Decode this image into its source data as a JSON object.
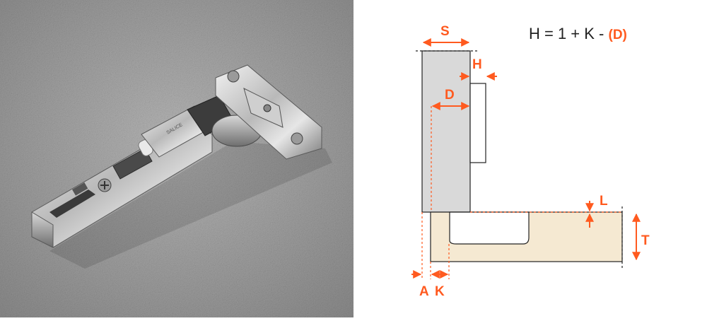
{
  "photo": {
    "hinge_imprint": "SALICE",
    "product_description": "Cabinet hinge with arm, cup and mounting plate"
  },
  "diagram": {
    "formula": {
      "text": "H = 1 + K - ",
      "highlight": "(D)"
    },
    "labels": {
      "s": "S",
      "h": "H",
      "d": "D",
      "l": "L",
      "t": "T",
      "a": "A",
      "k": "K"
    }
  },
  "colors": {
    "accent": "#ff5a1f",
    "door": "#d9d9d9",
    "cabinet_panel": "#f5e9d2",
    "outline": "#222222",
    "photo_background": "#9a9a9a"
  }
}
